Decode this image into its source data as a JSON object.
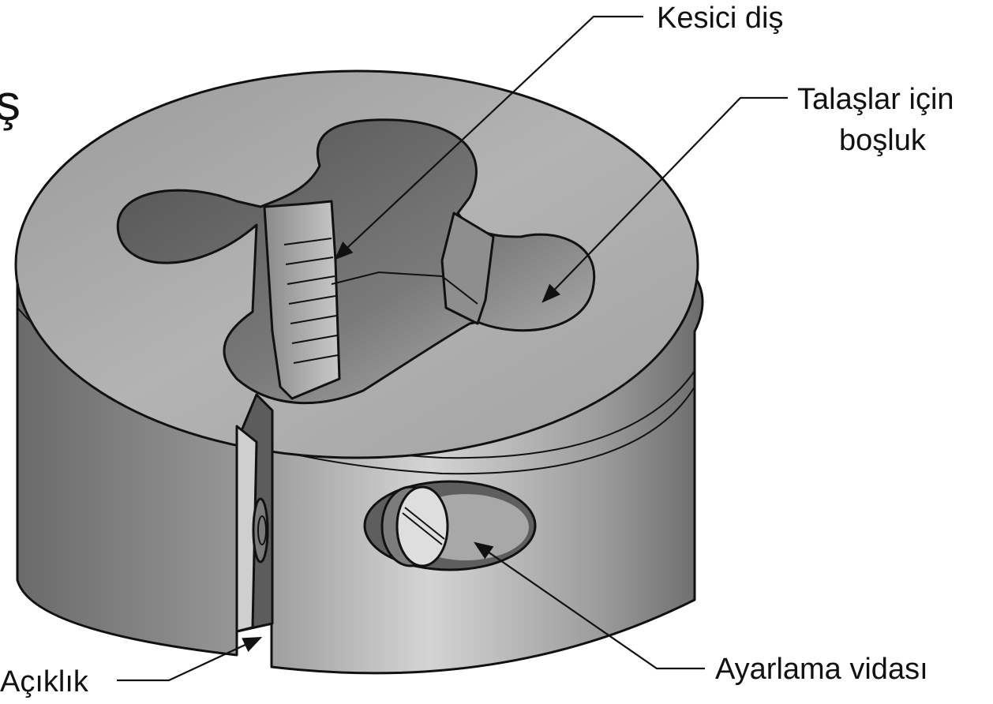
{
  "figure": {
    "cropped_glyph": "ş",
    "labels": {
      "cutting_thread": "Kesici diş",
      "chip_space_line1": "Talaşlar için",
      "chip_space_line2": "boşluk",
      "adjusting_screw": "Ayarlama vidası",
      "opening": "Açıklık"
    }
  },
  "colors": {
    "body_dark": "#6f6f6f",
    "body_light": "#d2d2d2",
    "top_face": "#a9a9a9",
    "hole_dark": "#4a4a4a",
    "line": "#111111"
  }
}
